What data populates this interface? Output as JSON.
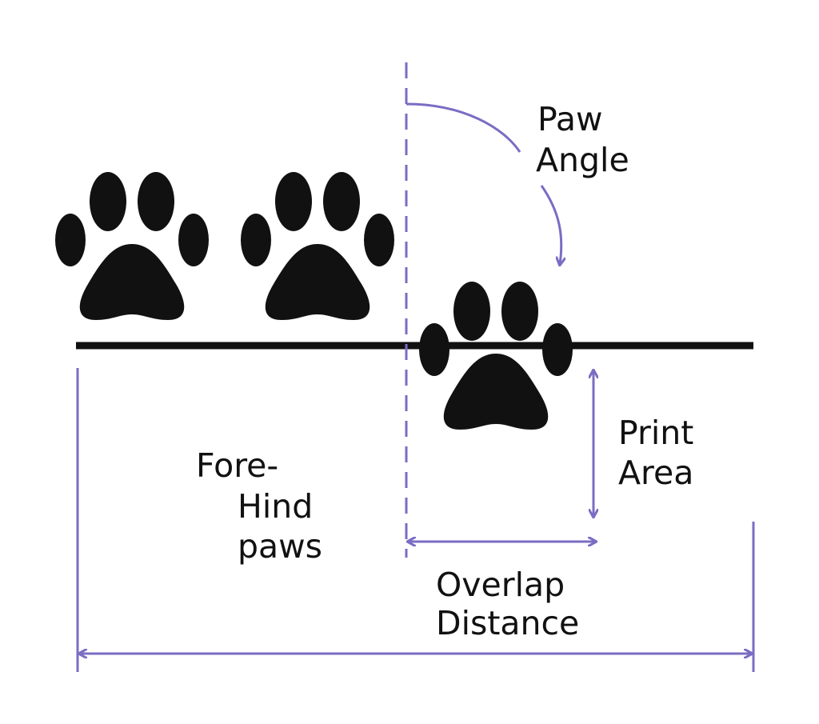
{
  "labels": {
    "paw_angle": [
      "Paw",
      "Angle"
    ],
    "print_area": [
      "Print",
      "Area"
    ],
    "overlap_distance": [
      "Overlap",
      "Distance"
    ],
    "fore_hind": [
      "Fore-",
      "Hind",
      "paws"
    ]
  },
  "colors": {
    "accent": "#7b6cc4",
    "ink": "#111111"
  }
}
